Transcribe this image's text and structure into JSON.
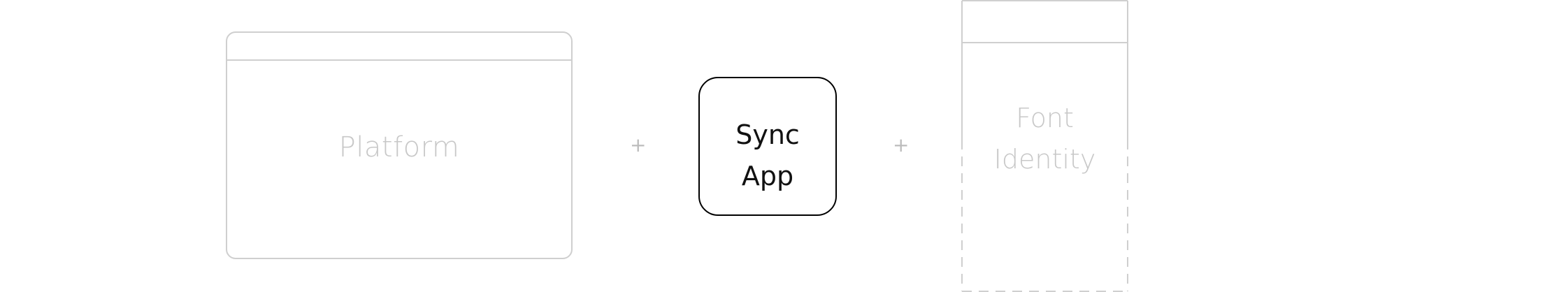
{
  "diagram": {
    "platform": {
      "label": "Platform"
    },
    "operators": {
      "plus_1": "+",
      "plus_2": "+"
    },
    "sync_app": {
      "label_line_1": "Sync",
      "label_line_2": "App"
    },
    "font_identity": {
      "label_line_1": "Font",
      "label_line_2": "Identity"
    }
  },
  "colors": {
    "muted_stroke": "#cfcfcf",
    "muted_text": "#c8c8c8",
    "active_stroke": "#000000",
    "active_text": "#111111"
  }
}
